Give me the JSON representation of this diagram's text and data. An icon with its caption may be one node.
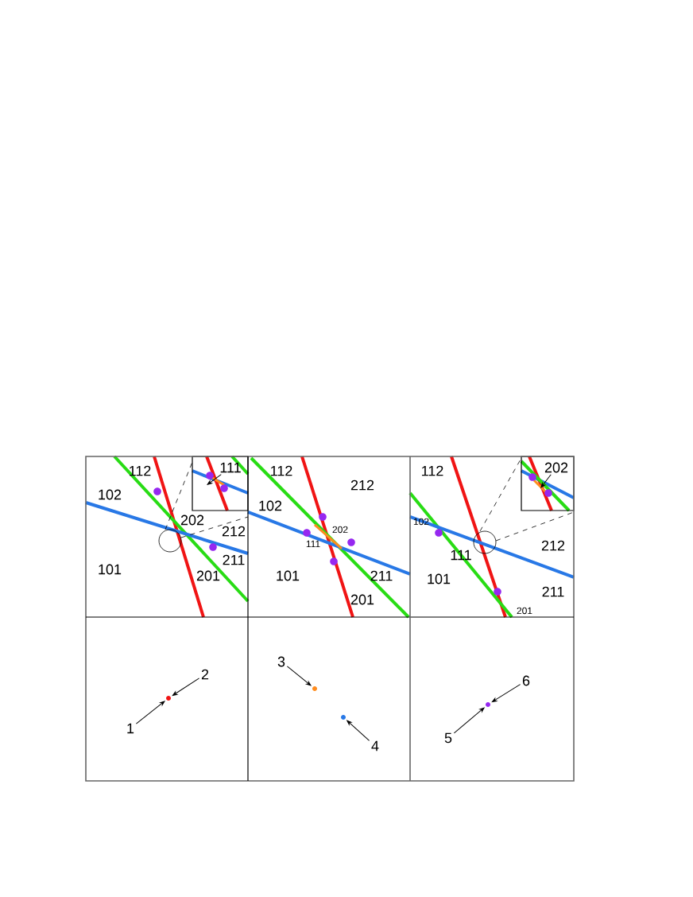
{
  "diagram": {
    "nodes": [
      {
        "text": [
          "111"
        ]
      },
      {
        "text": [
          "202"
        ]
      },
      {
        "text": [
          "1"
        ]
      },
      {
        "text": [],
        "shape": "circle"
      },
      {
        "text": [
          "2"
        ]
      },
      {
        "text": [
          "3"
        ]
      },
      {
        "text": [],
        "shape": "circle"
      },
      {
        "text": [],
        "shape": "circle"
      },
      {
        "text": [
          "4"
        ]
      },
      {
        "text": [
          "5"
        ]
      },
      {
        "text": [],
        "shape": "circle"
      },
      {
        "text": [
          "6"
        ]
      }
    ],
    "edges": [
      {
        "from": 0,
        "to": null,
        "arrow": "to"
      },
      {
        "from": 1,
        "to": null,
        "arrow": "to"
      },
      {
        "from": 2,
        "to": 3,
        "arrow": "to"
      },
      {
        "from": 4,
        "to": 3,
        "arrow": "to"
      },
      {
        "from": 5,
        "to": 6,
        "arrow": "to"
      },
      {
        "from": 8,
        "to": 7,
        "arrow": "to"
      },
      {
        "from": 9,
        "to": 10,
        "arrow": "to"
      },
      {
        "from": 11,
        "to": 10,
        "arrow": "to"
      }
    ],
    "labels": [
      "112",
      "102",
      "202",
      "212",
      "101",
      "201",
      "211",
      "112",
      "212",
      "102",
      "202",
      "111",
      "101",
      "211",
      "201",
      "112",
      "102",
      "212",
      "111",
      "101",
      "211",
      "201"
    ]
  }
}
